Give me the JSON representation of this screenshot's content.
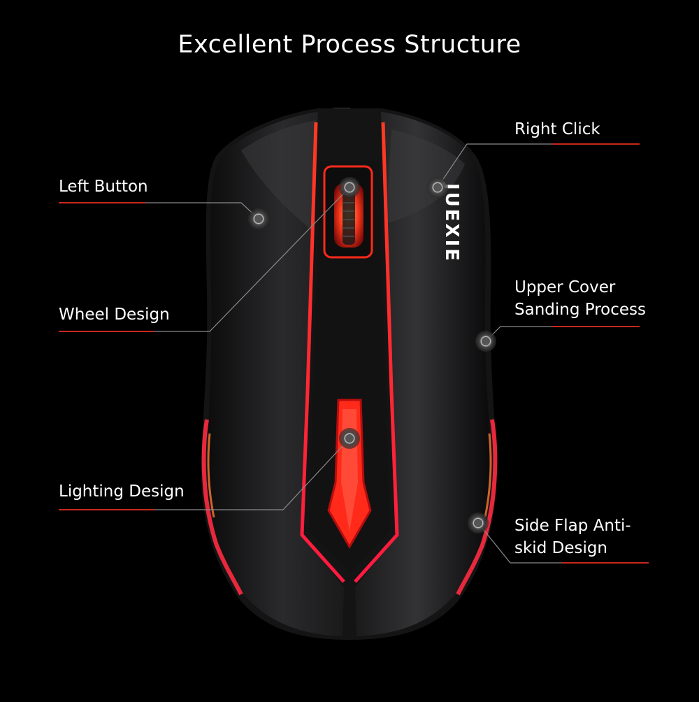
{
  "title": "Excellent Process Structure",
  "brand": "JUEXIE",
  "colors": {
    "background": "#000000",
    "body": "#1e1e1f",
    "body_highlight": "#3a3a3c",
    "accent_red": "#ff2a1a",
    "leader_line": "#8a8a8a",
    "text": "#ffffff"
  },
  "callouts": [
    {
      "id": "left-button",
      "label": "Left Button"
    },
    {
      "id": "wheel-design",
      "label": "Wheel Design"
    },
    {
      "id": "lighting-design",
      "label": "Lighting Design"
    },
    {
      "id": "right-click",
      "label": "Right Click"
    },
    {
      "id": "upper-cover",
      "label": "Upper Cover\nSanding Process"
    },
    {
      "id": "side-flap",
      "label": "Side Flap Anti-\nskid Design"
    }
  ]
}
